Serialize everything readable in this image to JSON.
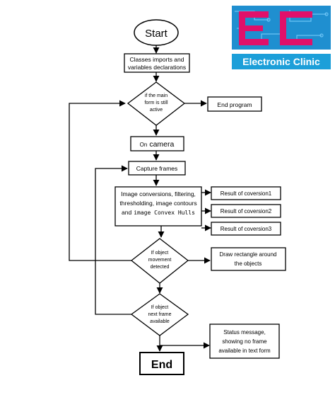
{
  "logo": {
    "text": "Electronic Clinic",
    "monogram": "EC",
    "colors": {
      "circuit_bg": "#1f8fd0",
      "circuit_dark": "#0b4f8a",
      "letters": "#e0106a",
      "band": "#1c9fd9"
    }
  },
  "nodes": {
    "start": "Start",
    "classes": [
      "Classes imports and",
      "variables declarations"
    ],
    "main_form": [
      "if the main",
      "form is still",
      "active"
    ],
    "end_program": "End program",
    "on_camera": {
      "prefix": "On",
      "word": "camera"
    },
    "capture": "Capture frames",
    "processing": [
      "Image conversions, filtering,",
      "thresholding, image contours",
      "and"
    ],
    "processing_mono": "image Convex Hulls",
    "result1": "Result of coversion1",
    "result2": "Result of coversion2",
    "result3": "Result of coversion3",
    "movement": [
      "If object",
      "movement",
      "detected"
    ],
    "draw": [
      "Draw rectangle around",
      "the objects"
    ],
    "next_frame": [
      "If object",
      "next frame",
      "available"
    ],
    "status": [
      "Status message,",
      "showing no frame",
      "available in text form"
    ],
    "end": "End"
  },
  "colors": {
    "stroke": "#000000",
    "fill": "#ffffff"
  }
}
